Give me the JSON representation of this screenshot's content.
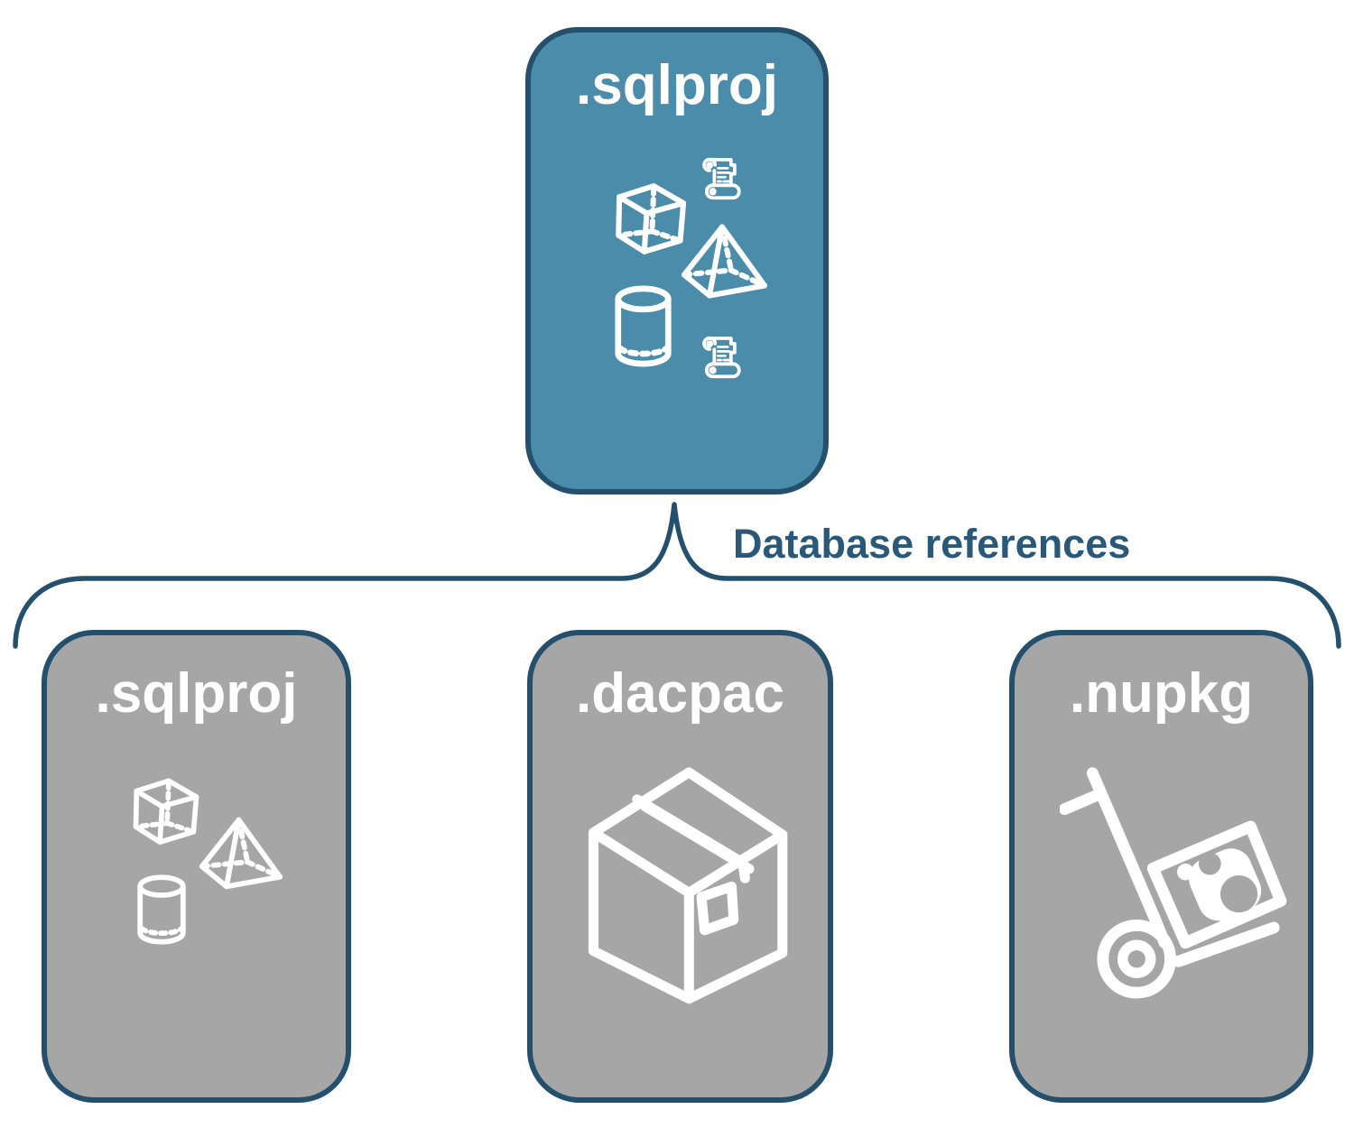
{
  "connector": {
    "label": "Database references"
  },
  "cards": [
    {
      "label": ".sqlproj",
      "variant": "highlight",
      "icons": [
        "cube-icon",
        "scroll-icon",
        "pyramid-icon",
        "cylinder-icon",
        "scroll-icon"
      ]
    },
    {
      "label": ".sqlproj",
      "variant": "muted",
      "icons": [
        "cube-icon",
        "pyramid-icon",
        "cylinder-icon"
      ]
    },
    {
      "label": ".dacpac",
      "variant": "muted",
      "icons": [
        "package-box-icon"
      ]
    },
    {
      "label": ".nupkg",
      "variant": "muted",
      "icons": [
        "hand-truck-nuget-icon"
      ]
    }
  ],
  "colors": {
    "highlight_fill": "#4A8CA9",
    "muted_fill": "#A6A6A6",
    "stroke_navy": "#24506D",
    "label_white": "#FFFFFF",
    "connector_text": "#2A5878",
    "background": "#FFFFFF"
  }
}
